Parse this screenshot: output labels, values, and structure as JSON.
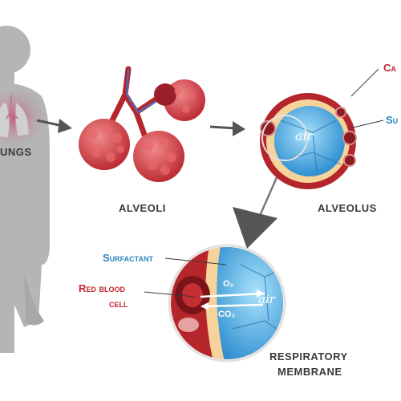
{
  "labels": {
    "lungs": "UNGS",
    "alveoli": "ALVEOLI",
    "alveolus": "ALVEOLUS",
    "capillary_partial": "Ca",
    "surfactant_partial": "Su",
    "air_top": "air",
    "surfactant": "Surfactant",
    "red_blood_line1": "Red blood",
    "red_blood_line2": "cell",
    "o2": "O₂",
    "co2": "CO₂",
    "air_bottom": "air",
    "membrane_line1": "RESPIRATORY",
    "membrane_line2": "MEMBRANE"
  },
  "colors": {
    "silhouette": "#b5b5b5",
    "arrow": "#555555",
    "alveoli_red": "#d9434a",
    "vessel_red": "#b5262b",
    "vessel_blue": "#3f74c7",
    "air_blue": "#6ec1ec",
    "label_red": "#c0262a",
    "label_blue": "#2a86bf",
    "label_dark": "#3a3a3a"
  }
}
